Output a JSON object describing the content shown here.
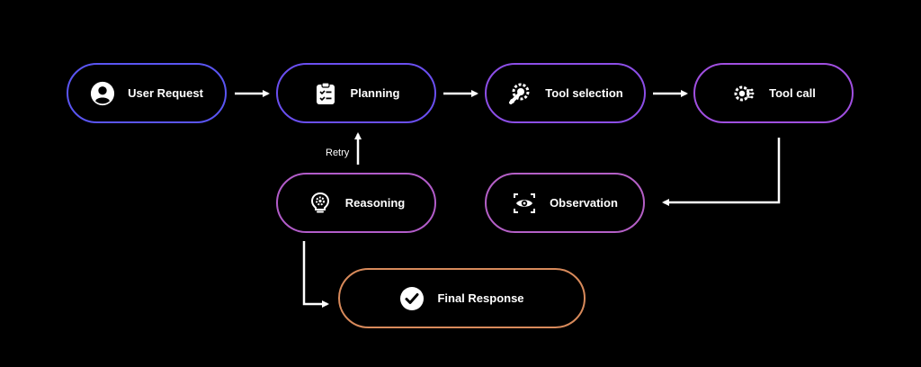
{
  "nodes": {
    "user_request": {
      "label": "User Request",
      "icon": "user-icon"
    },
    "planning": {
      "label": "Planning",
      "icon": "clipboard-checklist-icon"
    },
    "tool_selection": {
      "label": "Tool selection",
      "icon": "wrench-gear-icon"
    },
    "tool_call": {
      "label": "Tool call",
      "icon": "gear-circuit-icon"
    },
    "reasoning": {
      "label": "Reasoning",
      "icon": "lightbulb-gear-icon"
    },
    "observation": {
      "label": "Observation",
      "icon": "eye-scan-icon"
    },
    "final_response": {
      "label": "Final Response",
      "icon": "check-circle-icon"
    }
  },
  "edges": {
    "retry_label": "Retry"
  },
  "colors": {
    "background": "#000000",
    "text": "#ffffff",
    "border_blue": "#5a55f2",
    "border_purple": "#a04fe0",
    "border_pink": "#b25cc9",
    "border_orange": "#d88a5b"
  }
}
